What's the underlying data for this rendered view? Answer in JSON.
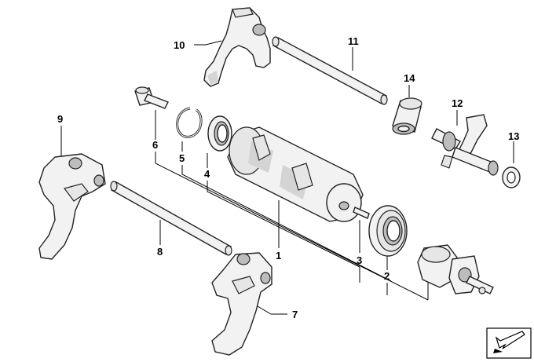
{
  "callouts": [
    {
      "id": "1",
      "text": "1"
    },
    {
      "id": "2",
      "text": "2"
    },
    {
      "id": "3",
      "text": "3"
    },
    {
      "id": "4",
      "text": "4"
    },
    {
      "id": "5",
      "text": "5"
    },
    {
      "id": "6",
      "text": "6"
    },
    {
      "id": "7",
      "text": "7"
    },
    {
      "id": "8",
      "text": "8"
    },
    {
      "id": "9",
      "text": "9"
    },
    {
      "id": "10",
      "text": "10"
    },
    {
      "id": "11",
      "text": "11"
    },
    {
      "id": "12",
      "text": "12"
    },
    {
      "id": "13",
      "text": "13"
    },
    {
      "id": "14",
      "text": "14"
    }
  ],
  "icons": {
    "nav": "navigate-arrow-icon"
  },
  "colors": {
    "line": "#000000",
    "part_fill": "#f2f2f2"
  }
}
